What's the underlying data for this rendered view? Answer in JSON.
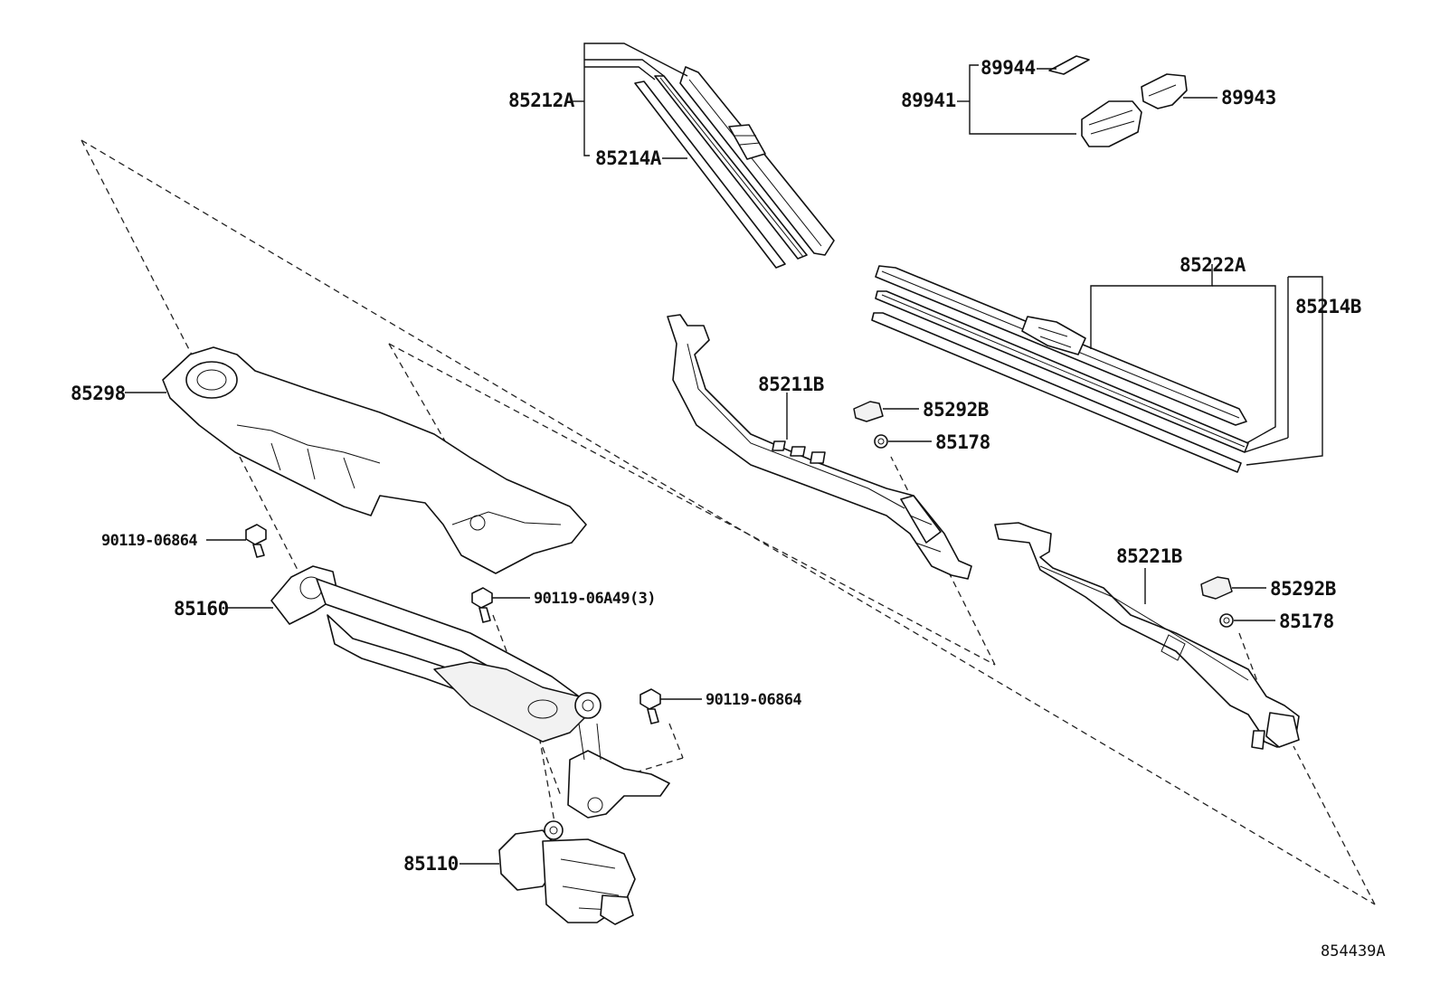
{
  "diagram": {
    "reference_code": "854439A",
    "callouts": {
      "p85212A": "85212A",
      "p85214A": "85214A",
      "p89944": "89944",
      "p89941": "89941",
      "p89943": "89943",
      "p85222A": "85222A",
      "p85214B": "85214B",
      "p85211B": "85211B",
      "p85292B_upper": "85292B",
      "p85178_upper": "85178",
      "p85298": "85298",
      "p90119_06864_left": "90119-06864",
      "p90119_06A49": "90119-06A49(3)",
      "p85160": "85160",
      "p90119_06864_right": "90119-06864",
      "p85221B": "85221B",
      "p85292B_lower": "85292B",
      "p85178_lower": "85178",
      "p85110": "85110"
    }
  }
}
